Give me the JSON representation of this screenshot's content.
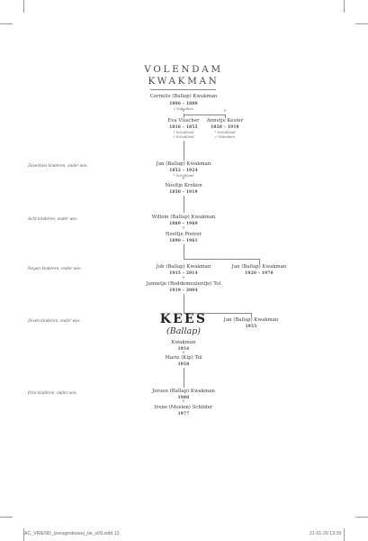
{
  "header": {
    "title_line1": "VOLENDAM",
    "title_line2": "KWAKMAN"
  },
  "tree": {
    "gen1": {
      "name": "Cornelis (Ballap) Kwakman",
      "years": "1806 – 1880",
      "note": "† Volendam"
    },
    "gen1_wives": [
      {
        "marker": "×",
        "name": "Eva Visscher",
        "years": "1816 – 1855",
        "note1": "* Schokland",
        "note2": "† Schokland"
      },
      {
        "marker": "×",
        "name": "Annetje Kester",
        "years": "1828 – 1918",
        "note1": "* Schokland",
        "note2": "† Volendam"
      }
    ],
    "gen2": {
      "side_label": "Zeventien kinderen, onder wie:",
      "name": "Jan (Ballap) Kwakman",
      "years": "1852 – 1924",
      "note": "* Schokland",
      "marker": "×",
      "spouse_name": "Neeltje Kroken",
      "spouse_years": "1850 – 1919"
    },
    "gen3": {
      "side_label": "Acht kinderen, onder wie:",
      "name": "Willem (Ballap) Kwakman",
      "years": "1889 – 1969",
      "marker": "×",
      "spouse_name": "Neeltje Pooyer",
      "spouse_years": "1890 – 1961"
    },
    "gen4": {
      "side_label": "Negen kinderen, onder wie:",
      "name": "Job (Ballap) Kwakman",
      "years": "1915 – 2014",
      "marker": "×",
      "spouse_name": "Jannetje (Boddemeulentje) Tol",
      "spouse_years": "1919 – 2004",
      "sibling_name": "Jan (Ballap) Kwakman",
      "sibling_years": "1920 – 1970"
    },
    "gen5": {
      "side_label": "Zeven kinderen, onder wie:",
      "name_big": "KEES",
      "nickname": "(Ballap)",
      "surname": "Kwakman",
      "years": "1954",
      "marker": "×",
      "spouse_name": "Marie (Kip) Tol",
      "spouse_years": "1958",
      "sibling_name": "Jan (Ballap) Kwakman",
      "sibling_years": "1955"
    },
    "gen6": {
      "side_label": "Drie kinderen, onder wie:",
      "name": "Jeroen (Ballap) Kwakman",
      "years": "1980",
      "marker": "×",
      "spouse_name": "Irene (Moslen) Schilder",
      "spouse_years": "1977"
    }
  },
  "footer": {
    "file_label": "AC_VRIEND_(eersgindezee)_be_v09.indd   13",
    "date_label": "21-01-20   13:29"
  }
}
